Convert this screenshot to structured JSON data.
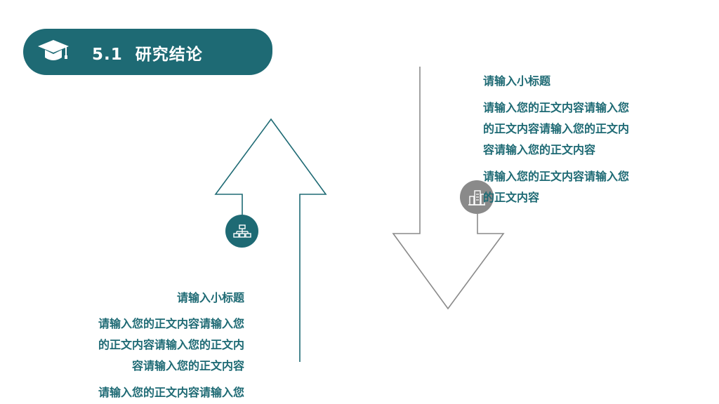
{
  "header": {
    "number": "5.1",
    "title": "研究结论",
    "icon": "graduation-cap-icon"
  },
  "colors": {
    "accent": "#1e6a74",
    "gray_circle": "#8a8a8a",
    "down_arrow_stroke": "#8a8a8a"
  },
  "left_block": {
    "icon": "hierarchy-icon",
    "subtitle": "请输入小标题",
    "body_line1": "请输入您的正文内容请输入您",
    "body_line2": "的正文内容请输入您的正文内",
    "body_line3": "容请输入您的正文内容",
    "body2": "请输入您的正文内容请输入您"
  },
  "right_block": {
    "icon": "buildings-icon",
    "subtitle": "请输入小标题",
    "body_line1": "请输入您的正文内容请输入您",
    "body_line2": "的正文内容请输入您的正文内",
    "body_line3": "容请输入您的正文内容",
    "body2_line1": "请输入您的正文内容请输入您",
    "body2_line2": "的正文内容"
  }
}
